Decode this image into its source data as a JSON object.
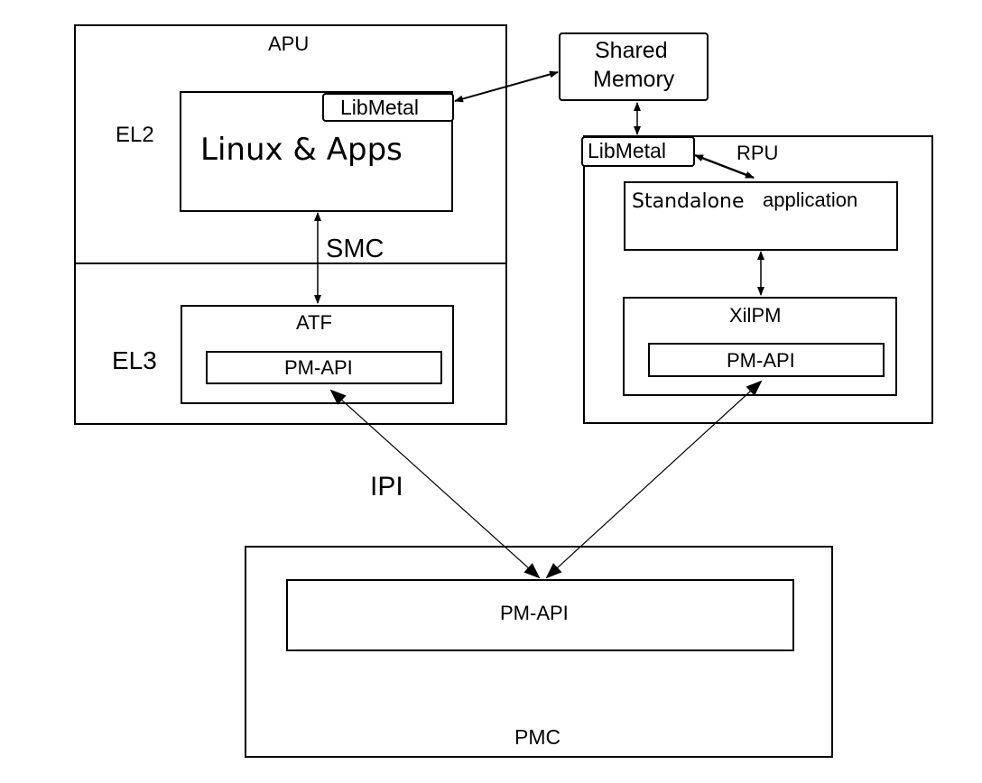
{
  "apu": {
    "label": "APU",
    "el2_label": "EL2",
    "el3_label": "EL3"
  },
  "linux": {
    "label": "Linux & Apps",
    "libmetal": "LibMetal"
  },
  "smc": "SMC",
  "atf": {
    "label": "ATF",
    "pm_api": "PM-API"
  },
  "shared_memory": {
    "line1": "Shared",
    "line2": "Memory"
  },
  "rpu": {
    "label": "RPU",
    "libmetal": "LibMetal"
  },
  "standalone": {
    "word1": "Standalone",
    "word2": "application"
  },
  "xilpm": {
    "label": "XilPM",
    "pm_api": "PM-API"
  },
  "ipi": "IPI",
  "pmc": {
    "label": "PMC",
    "pm_api": "PM-API"
  }
}
